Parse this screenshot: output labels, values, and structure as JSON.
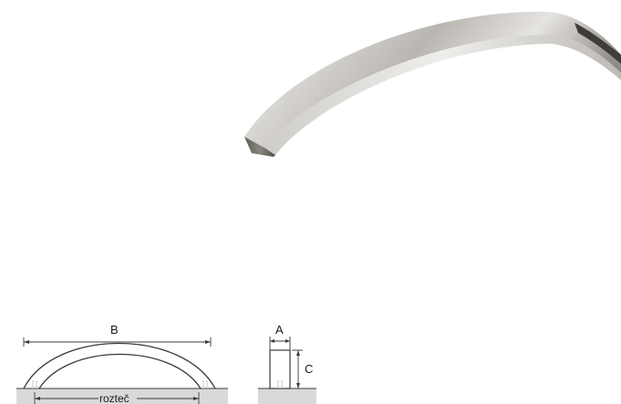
{
  "diagram": {
    "dimension_labels": {
      "width": "B",
      "depth": "A",
      "height": "C",
      "hole_spacing": "rozteč"
    },
    "colors": {
      "metal_light": "#d8d6d2",
      "metal_mid": "#a7a49f",
      "metal_dark": "#6d6a65",
      "line": "#3a3a3a",
      "ground": "#d9d9d9"
    }
  }
}
